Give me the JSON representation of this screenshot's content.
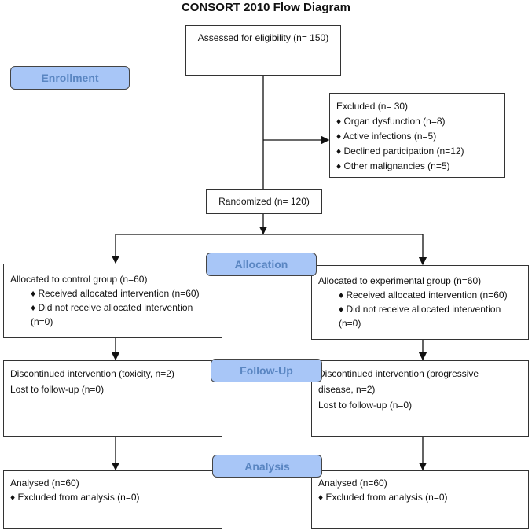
{
  "title": "CONSORT 2010 Flow Diagram",
  "stages": {
    "enrollment": "Enrollment",
    "allocation": "Allocation",
    "followup": "Follow-Up",
    "analysis": "Analysis"
  },
  "assessed": "Assessed for eligibility (n= 150)",
  "excluded": {
    "heading": "Excluded (n= 30)",
    "items": [
      "♦ Organ dysfunction (n=8)",
      "♦ Active infections (n=5)",
      "♦ Declined participation (n=12)",
      "♦ Other malignancies (n=5)"
    ]
  },
  "randomized": "Randomized (n= 120)",
  "allocation": {
    "control": {
      "heading": "Allocated to control group (n=60)",
      "items": [
        "♦ Received allocated intervention (n=60)",
        "♦ Did not receive allocated intervention"
      ],
      "tail": "(n=0)"
    },
    "experimental": {
      "heading": "Allocated to experimental group (n=60)",
      "items": [
        "♦ Received allocated intervention (n=60)",
        "♦ Did not receive allocated intervention"
      ],
      "tail": "(n=0)"
    }
  },
  "followup": {
    "control": [
      "Discontinued intervention (toxicity, n=2)",
      "Lost to follow-up (n=0)"
    ],
    "experimental": [
      "Discontinued intervention (progressive disease, n=2)",
      "Lost to follow-up (n=0)"
    ]
  },
  "analysis": {
    "control": [
      "Analysed (n=60)",
      "♦ Excluded from analysis (n=0)"
    ],
    "experimental": [
      "Analysed (n=60)",
      "♦ Excluded from analysis (n=0)"
    ]
  },
  "colors": {
    "stage_fill": "#a8c6f7",
    "stage_text": "#5a86c2"
  }
}
